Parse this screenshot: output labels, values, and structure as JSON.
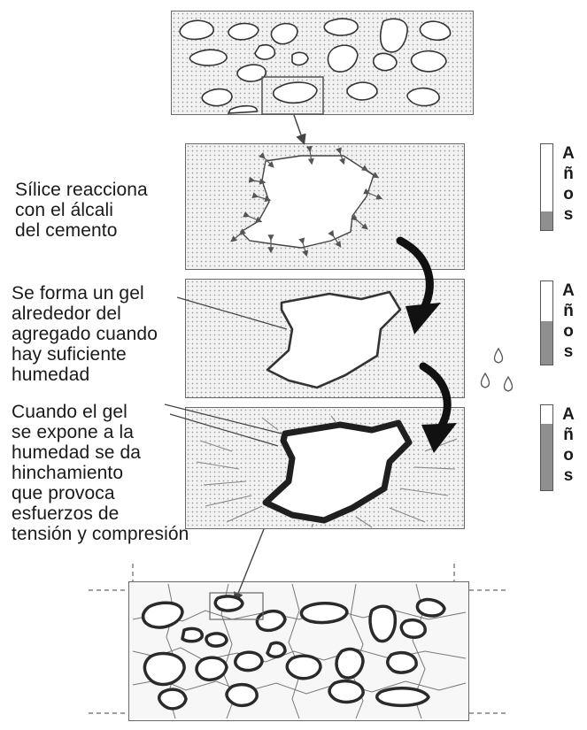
{
  "labels": {
    "stage1": [
      "Sílice reacciona",
      "con el álcali",
      "del cemento"
    ],
    "stage2": [
      "Se forma un gel",
      "alrededor del",
      "agregado cuando",
      "hay suficiente",
      "humedad"
    ],
    "stage3": [
      "Cuando el gel",
      "se expone a la",
      "humedad se da",
      "hinchamiento",
      "que provoca",
      "esfuerzos de",
      "tensión y compresión"
    ]
  },
  "years_label": [
    "A",
    "ñ",
    "o",
    "s"
  ],
  "scales": [
    {
      "fill_fraction": 0.22
    },
    {
      "fill_fraction": 0.52
    },
    {
      "fill_fraction": 0.78
    }
  ],
  "colors": {
    "line": "#4a4a4a",
    "gel": "#2b2b2b",
    "fill": "#8f8f8f"
  }
}
